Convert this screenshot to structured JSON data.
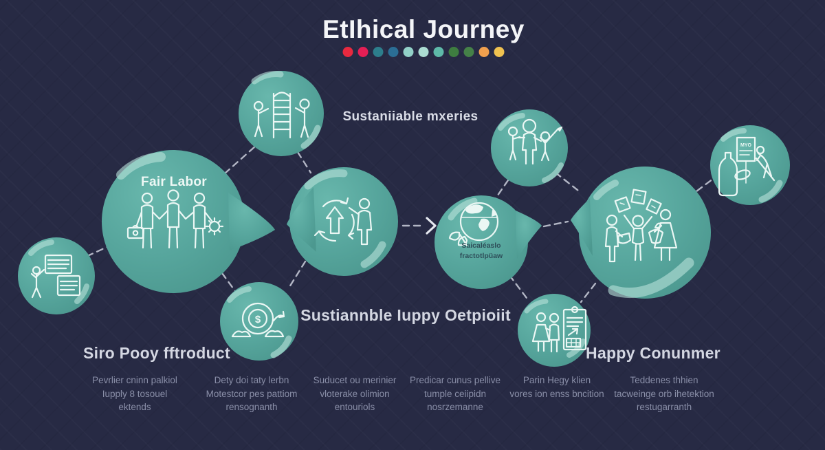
{
  "header": {
    "title": "EtIhical Journey",
    "dot_colors": [
      "#e8293f",
      "#e51f55",
      "#2d7e8c",
      "#2b6e95",
      "#92d1c8",
      "#abdcd2",
      "#5eb9a8",
      "#3e7d40",
      "#458148",
      "#f1a04e",
      "#f0c250"
    ]
  },
  "labels": {
    "top_center": "Sustaniiable mxeries",
    "fair_labor": "Fair Labor",
    "mid_bottom": "Sustiannble Iuppy Oetpioiit",
    "left_bottom": "Siro Pooy fftroduct",
    "right_bottom": "Happy Conunmer",
    "globe_caption": "Saicaléaslo\nfractotlpüaw"
  },
  "icons": {
    "money_symbol": "$",
    "doc_sign": "MYO"
  },
  "captions": [
    {
      "text": "Pevrlier cninn palkiol\nIupply 8 tosouel\nektends"
    },
    {
      "text": "Dety doi taty lerbn\nMotestcor pes pattiom\nrensognanth"
    },
    {
      "text": "Suducet ou merinier\nvloterake olimion\nentouriols"
    },
    {
      "text": "Predicar cunus pellive\ntumple ceiipidn\nnosrzemanne"
    },
    {
      "text": "Parin Hegy klien\nvores ion enss bncition"
    },
    {
      "text": "Teddenes thhien\ntacweinge orb ihetektion\nrestugarranth"
    }
  ],
  "colors": {
    "background": "#272a44",
    "bubble_teal": "#57a69d",
    "bubble_highlight": "#b9e2da",
    "icon_stroke": "#ebf7f4",
    "connector": "#d2d6e2",
    "heading_text": "#d4d7e2",
    "caption_text": "#8a8fa8"
  }
}
